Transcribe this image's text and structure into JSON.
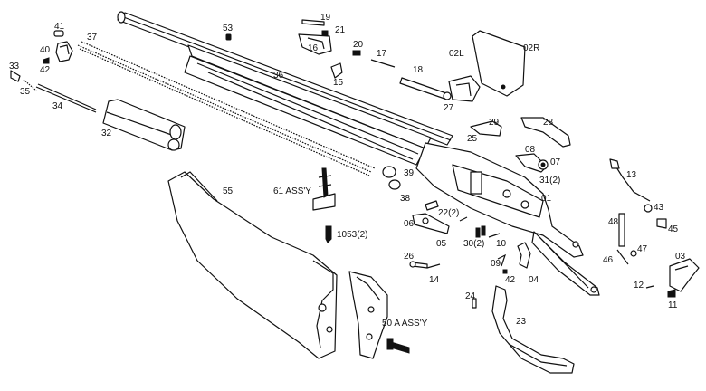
{
  "labels": {
    "l41": "41",
    "l40": "40",
    "l42": "42",
    "l33": "33",
    "l35": "35",
    "l34": "34",
    "l37": "37",
    "l32": "32",
    "l36": "36",
    "l53": "53",
    "l19": "19",
    "l21": "21",
    "l16": "16",
    "l20": "20",
    "l17": "17",
    "l15": "15",
    "l18": "18",
    "l02L": "02L",
    "l02R": "02R",
    "l27": "27",
    "l29": "29",
    "l28": "28",
    "l25": "25",
    "l08": "08",
    "l07": "07",
    "l31_2": "31(2)",
    "l01": "01",
    "l39": "39",
    "l38": "38",
    "l61": "61 ASS'Y",
    "l55": "55",
    "l1053": "1053(2)",
    "l22": "22(2)",
    "l06": "06",
    "l05": "05",
    "l30": "30(2)",
    "l10": "10",
    "l13": "13",
    "l48": "48",
    "l43": "43",
    "l45": "45",
    "l46": "46",
    "l47": "47",
    "l03": "03",
    "l12": "12",
    "l11": "11",
    "l26": "26",
    "l14": "14",
    "l09": "09",
    "l42b": "42",
    "l04": "04",
    "l24": "24",
    "l23": "23",
    "l50": "50 A ASS'Y"
  },
  "colors": {
    "ink": "#111111",
    "paper": "#ffffff"
  }
}
